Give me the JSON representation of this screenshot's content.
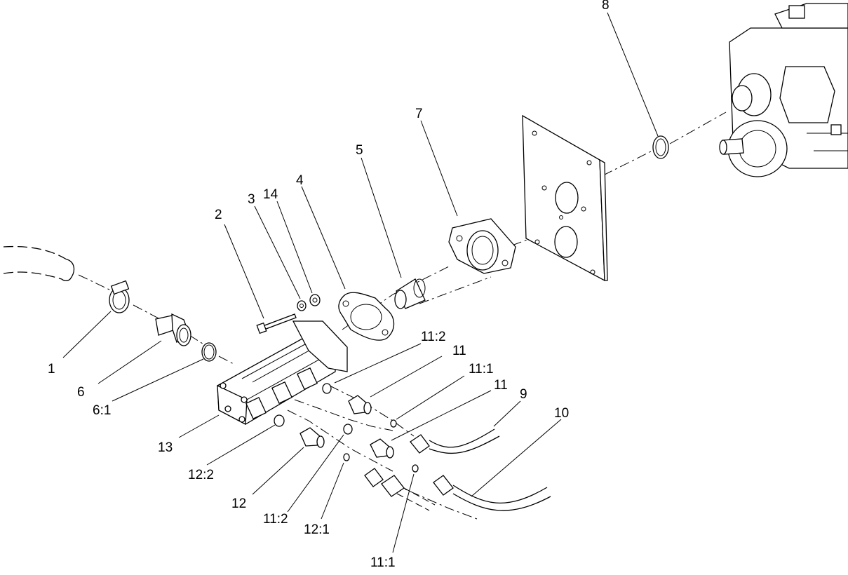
{
  "callouts": [
    {
      "id": "c1",
      "text": "1"
    },
    {
      "id": "c2",
      "text": "2"
    },
    {
      "id": "c3",
      "text": "3"
    },
    {
      "id": "c14",
      "text": "14"
    },
    {
      "id": "c4",
      "text": "4"
    },
    {
      "id": "c5",
      "text": "5"
    },
    {
      "id": "c7",
      "text": "7"
    },
    {
      "id": "c8",
      "text": "8"
    },
    {
      "id": "c6",
      "text": "6"
    },
    {
      "id": "c61",
      "text": "6:1"
    },
    {
      "id": "c13",
      "text": "13"
    },
    {
      "id": "c122",
      "text": "12:2"
    },
    {
      "id": "c12",
      "text": "12"
    },
    {
      "id": "c112b",
      "text": "11:2"
    },
    {
      "id": "c121",
      "text": "12:1"
    },
    {
      "id": "c111b",
      "text": "11:1"
    },
    {
      "id": "c112a",
      "text": "11:2"
    },
    {
      "id": "c11a",
      "text": "11"
    },
    {
      "id": "c111a",
      "text": "11:1"
    },
    {
      "id": "c11b",
      "text": "11"
    },
    {
      "id": "c9",
      "text": "9"
    },
    {
      "id": "c10",
      "text": "10"
    }
  ]
}
